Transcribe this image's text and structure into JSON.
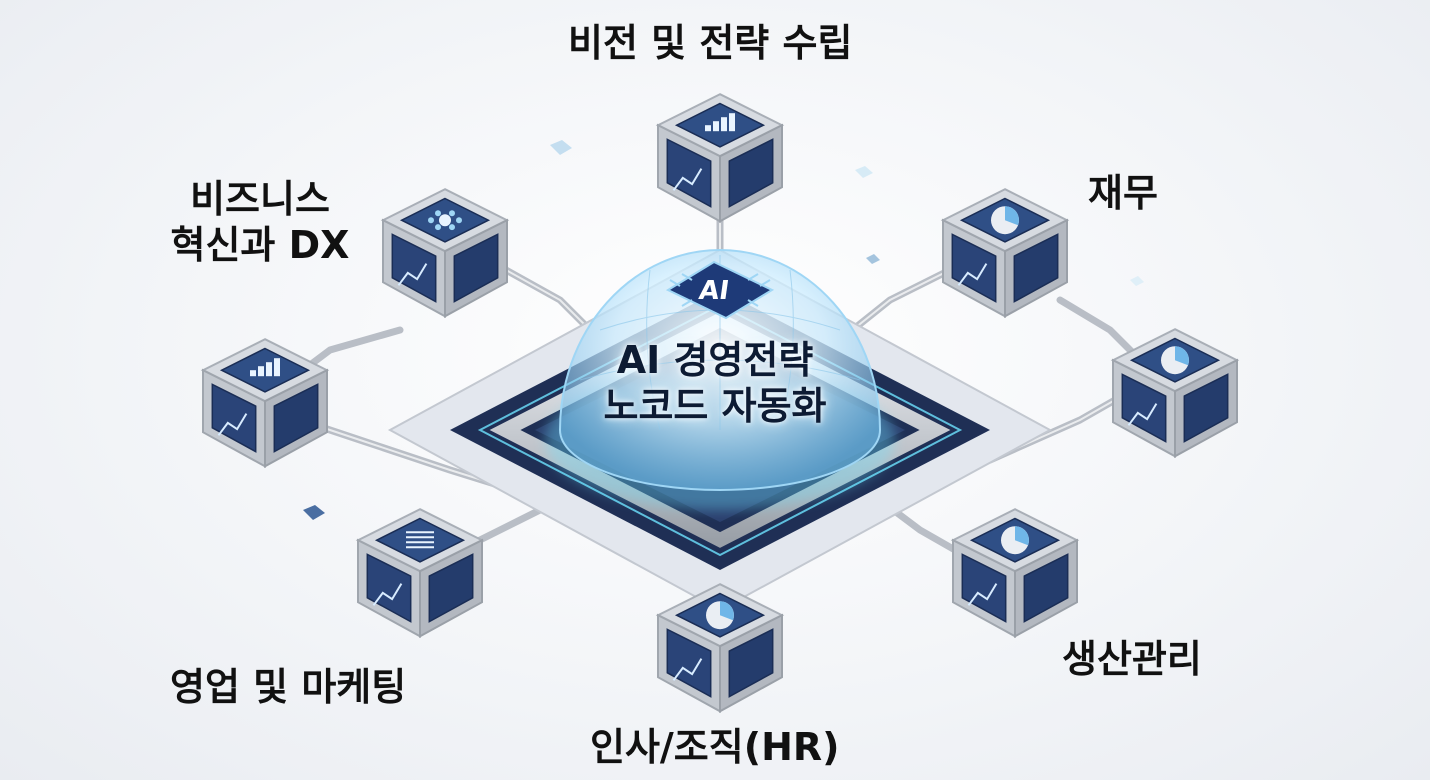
{
  "center": {
    "chip_text": "AI",
    "title_line1": "AI 경영전략",
    "title_line2": "노코드 자동화"
  },
  "modules": {
    "vision": "비전 및 전략 수립",
    "innovation_line1": "비즈니스",
    "innovation_line2": "혁신과 DX",
    "finance": "재무",
    "sales": "영업 및 마케팅",
    "production": "생산관리",
    "hr": "인사/조직(HR)"
  },
  "colors": {
    "cube_face": "#2f4f86",
    "cube_frame": "#c9cdd3",
    "platform": "#1f2f55",
    "glow": "#6ee3ff"
  }
}
